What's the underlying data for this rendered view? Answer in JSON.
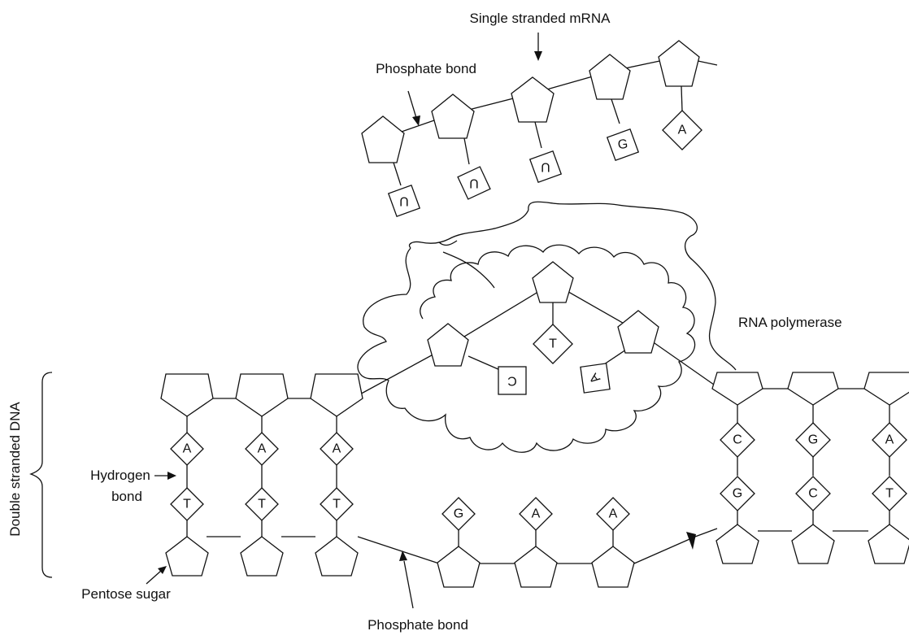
{
  "labels": {
    "single_stranded_mrna": "Single stranded mRNA",
    "phosphate_bond_top": "Phosphate bond",
    "rna_polymerase": "RNA polymerase",
    "double_stranded_dna": "Double stranded DNA",
    "hydrogen": "Hydrogen",
    "bond": "bond",
    "pentose_sugar": "Pentose sugar",
    "phosphate_bond_bottom": "Phosphate bond"
  },
  "mrna_bases": [
    "U",
    "U",
    "U",
    "G",
    "A"
  ],
  "polymerase_bases": [
    "C",
    "T",
    "A"
  ],
  "dna_left": {
    "top_bases": [
      "A",
      "A",
      "A"
    ],
    "bottom_bases": [
      "T",
      "T",
      "T"
    ]
  },
  "dna_bottom_strand_bases": [
    "G",
    "A",
    "A"
  ],
  "dna_right": {
    "top_bases": [
      "C",
      "G",
      "A"
    ],
    "bottom_bases": [
      "G",
      "C",
      "T"
    ]
  }
}
